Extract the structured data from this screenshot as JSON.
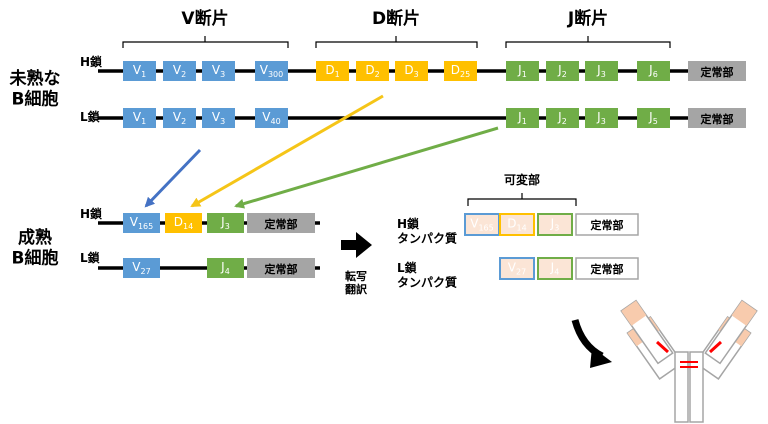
{
  "colors": {
    "v": "#5b9bd5",
    "d": "#ffc000",
    "j": "#70ad47",
    "constant": "#a5a5a5",
    "arrow_blue": "#4472c4",
    "arrow_yellow": "#f5c518",
    "arrow_green": "#70ad47",
    "protein_fill": "#fbe5d6",
    "antibody_tip": "#f8cbad",
    "disulfide": "#ff0000"
  },
  "headers": {
    "v_segment": "V断片",
    "d_segment": "D断片",
    "j_segment": "J断片"
  },
  "immature_label": "未熟な\nB細胞",
  "mature_label": "成熟\nB細胞",
  "h_chain": "H鎖",
  "l_chain": "L鎖",
  "constant": "定常部",
  "immature": {
    "h_v": [
      {
        "b": "V",
        "s": "1"
      },
      {
        "b": "V",
        "s": "2"
      },
      {
        "b": "V",
        "s": "3"
      },
      {
        "b": "V",
        "s": "300"
      }
    ],
    "h_d": [
      {
        "b": "D",
        "s": "1"
      },
      {
        "b": "D",
        "s": "2"
      },
      {
        "b": "D",
        "s": "3"
      },
      {
        "b": "D",
        "s": "25"
      }
    ],
    "h_j": [
      {
        "b": "J",
        "s": "1"
      },
      {
        "b": "J",
        "s": "2"
      },
      {
        "b": "J",
        "s": "3"
      },
      {
        "b": "J",
        "s": "6"
      }
    ],
    "l_v": [
      {
        "b": "V",
        "s": "1"
      },
      {
        "b": "V",
        "s": "2"
      },
      {
        "b": "V",
        "s": "3"
      },
      {
        "b": "V",
        "s": "40"
      }
    ],
    "l_j": [
      {
        "b": "J",
        "s": "1"
      },
      {
        "b": "J",
        "s": "2"
      },
      {
        "b": "J",
        "s": "3"
      },
      {
        "b": "J",
        "s": "5"
      }
    ]
  },
  "mature": {
    "h": [
      {
        "b": "V",
        "s": "165"
      },
      {
        "b": "D",
        "s": "14"
      },
      {
        "b": "J",
        "s": "3"
      }
    ],
    "l": [
      {
        "b": "V",
        "s": "27"
      },
      {
        "b": "J",
        "s": "4"
      }
    ]
  },
  "process_label": "転写\n翻訳",
  "variable_label": "可変部",
  "h_protein": "H鎖\nタンパク質",
  "l_protein": "L鎖\nタンパク質"
}
